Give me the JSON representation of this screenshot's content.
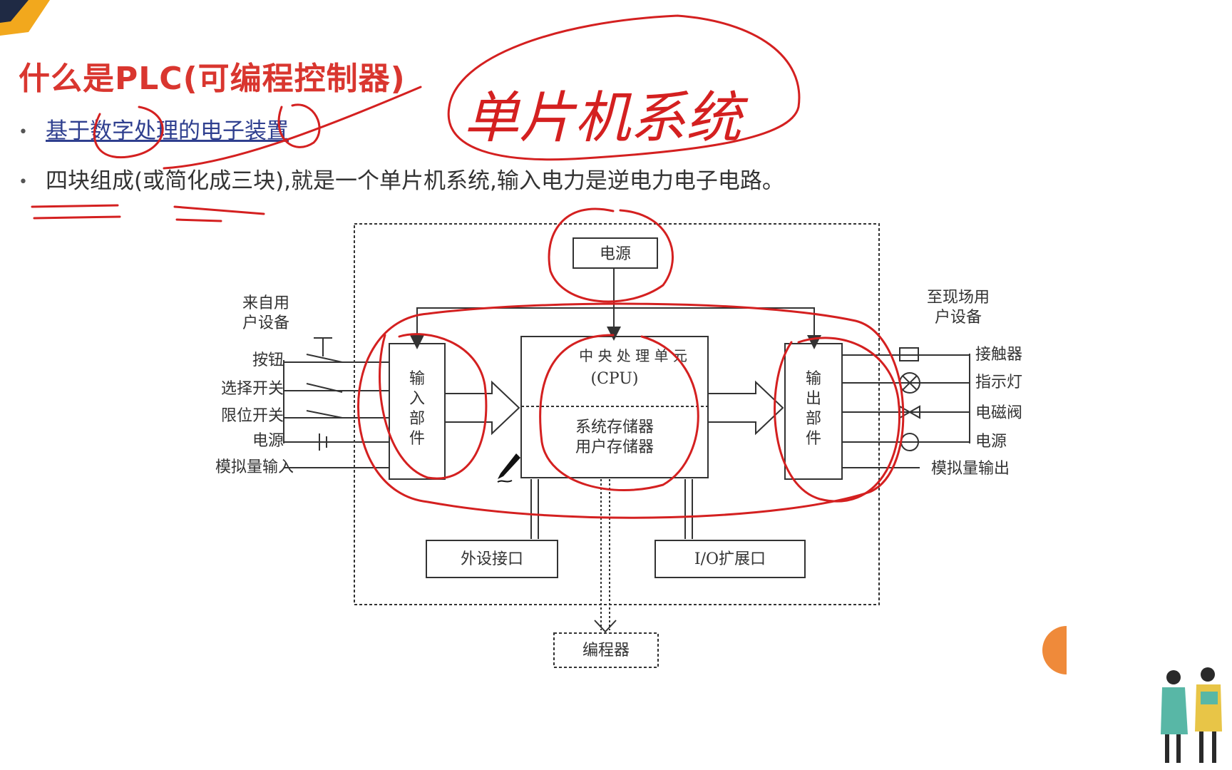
{
  "slide": {
    "title": "什么是PLC(可编程控制器)",
    "bullets": [
      "基于数字处理的电子装置",
      "四块组成(或简化成三块),就是一个单片机系统,输入电力是逆电力电子电路。"
    ],
    "colors": {
      "title": "#d9362f",
      "accent": "#f2a81d",
      "ink": "#d42020",
      "orange": "#ef8a3a"
    }
  },
  "diagram": {
    "power": "电源",
    "input_source": [
      "来自用",
      "户设备"
    ],
    "inputs": [
      "按钮",
      "选择开关",
      "限位开关",
      "电源",
      "模拟量输入"
    ],
    "input_unit": [
      "输",
      "入",
      "部",
      "件"
    ],
    "cpu": {
      "title": "中 央 处 理 单 元",
      "abbr": "(CPU)",
      "memory": [
        "系统存储器",
        "用户存储器"
      ]
    },
    "output_unit": [
      "输",
      "出",
      "部",
      "件"
    ],
    "output_target": [
      "至现场用",
      "户设备"
    ],
    "outputs": [
      "接触器",
      "指示灯",
      "电磁阀",
      "电源",
      "模拟量输出"
    ],
    "peripheral_port": "外设接口",
    "io_expansion": "I/O扩展口",
    "programmer": "编程器"
  },
  "annotation": {
    "handwriting": "单片机系统"
  }
}
